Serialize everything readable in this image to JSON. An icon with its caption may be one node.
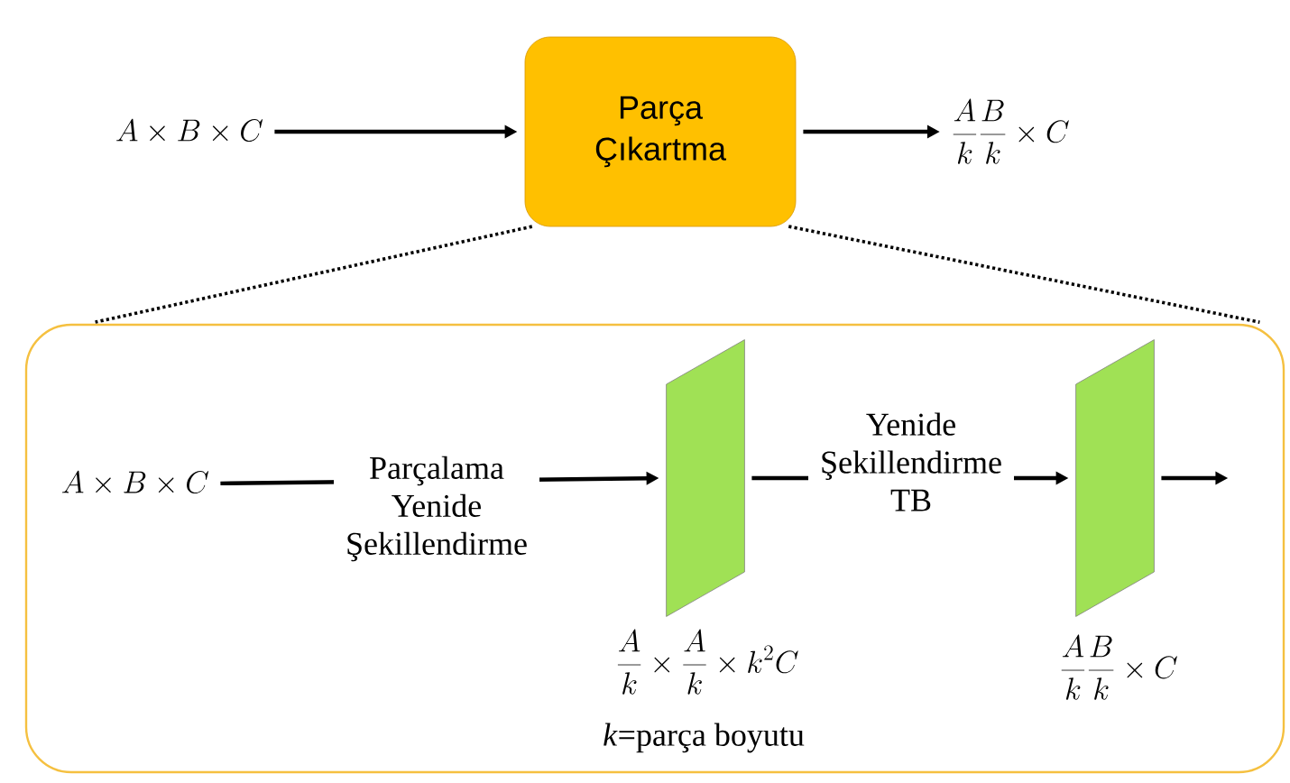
{
  "diagram": {
    "nodes": [
      {
        "text": [
          "A \\times B \\times C"
        ]
      },
      {
        "text": [
          "Parça Çıkartma"
        ]
      },
      {
        "text": [
          "\\frac{A}{k}\\frac{B}{k} \\times C"
        ]
      },
      {
        "text": [],
        "shape": "box"
      },
      {
        "text": [
          "A \\times B \\times C"
        ],
        "in": 3
      },
      {
        "text": [],
        "shape": "parallelogram",
        "in": 3,
        "beside": [
          "\\frac{A}{k} \\times \\frac{A}{k} \\times k^{2} C",
          "*k*=parça boyutu"
        ]
      },
      {
        "text": [],
        "shape": "parallelogram",
        "in": 3,
        "beside": [
          "\\frac{A}{k}\\frac{B}{k} \\times C"
        ]
      }
    ],
    "edges": [
      {
        "from": 0,
        "to": 1,
        "arrow": "to"
      },
      {
        "from": 1,
        "to": 2,
        "arrow": "to"
      },
      {
        "from": 1,
        "to": 3,
        "arrow": "none",
        "style": "dashed"
      },
      {
        "from": 1,
        "to": 3,
        "arrow": "none",
        "style": "dashed"
      },
      {
        "from": 4,
        "to": 5,
        "arrow": "to",
        "label": "Parçalama Yenide Şekillendirme"
      },
      {
        "from": 5,
        "to": 6,
        "arrow": "to",
        "label": "Yenide Şekillendirme TB"
      },
      {
        "from": 6,
        "to": null,
        "arrow": "to"
      }
    ]
  }
}
